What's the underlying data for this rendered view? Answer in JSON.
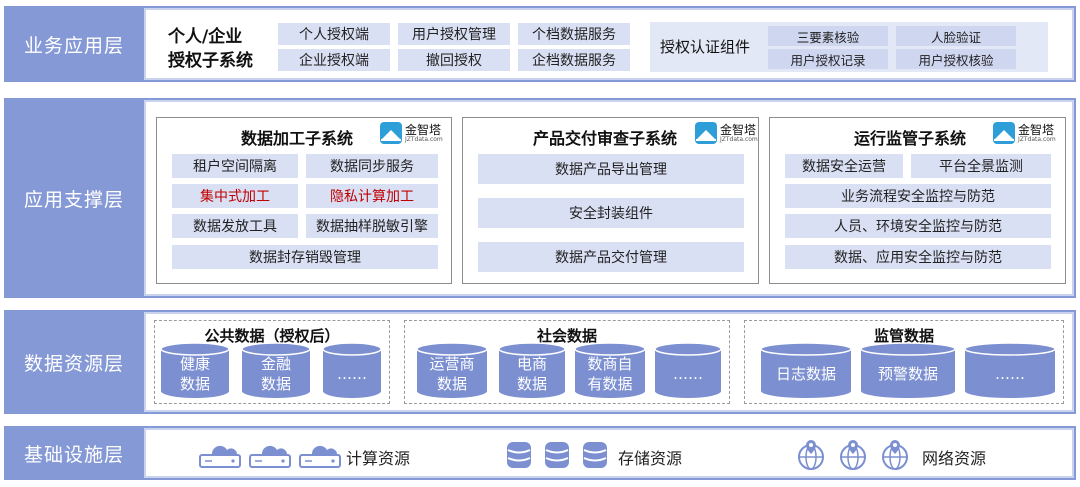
{
  "layers": {
    "business": {
      "label": "业务应用层",
      "title_line1": "个人/企业",
      "title_line2": "授权子系统",
      "cells": [
        "个人授权端",
        "企业授权端",
        "用户授权管理",
        "撤回授权",
        "个档数据服务",
        "企档数据服务"
      ],
      "component_title": "授权认证组件",
      "component_cells": [
        "三要素核验",
        "人脸验证",
        "用户授权记录",
        "用户授权核验"
      ]
    },
    "support": {
      "label": "应用支撑层",
      "logo_name": "金智塔",
      "logo_domain": "JZTdata.com",
      "subsystems": [
        {
          "title": "数据加工子系统",
          "cells": [
            "租户空间隔离",
            "数据同步服务",
            "集中式加工",
            "隐私计算加工",
            "数据发放工具",
            "数据抽样脱敏引擎",
            "数据封存销毁管理"
          ]
        },
        {
          "title": "产品交付审查子系统",
          "cells": [
            "数据产品导出管理",
            "安全封装组件",
            "数据产品交付管理"
          ]
        },
        {
          "title": "运行监管子系统",
          "cells": [
            "数据安全运营",
            "平台全景监测",
            "业务流程安全监控与防范",
            "人员、环境安全监控与防范",
            "数据、应用安全监控与防范"
          ]
        }
      ]
    },
    "resource": {
      "label": "数据资源层",
      "groups": [
        {
          "title": "公共数据（授权后）",
          "items": [
            "健康\n数据",
            "金融\n数据",
            "……"
          ]
        },
        {
          "title": "社会数据",
          "items": [
            "运营商\n数据",
            "电商\n数据",
            "数商自\n有数据",
            "……"
          ]
        },
        {
          "title": "监管数据",
          "items": [
            "日志数据",
            "预警数据",
            "……"
          ]
        }
      ]
    },
    "infra": {
      "label": "基础设施层",
      "items": [
        "计算资源",
        "存储资源",
        "网络资源"
      ]
    }
  },
  "colors": {
    "label_bg": "#8599d6",
    "cell_bg": "#d9e0f4",
    "cylinder": "#7b8fd1",
    "highlight_text": "#c00000",
    "logo": "#2e9ed8"
  }
}
